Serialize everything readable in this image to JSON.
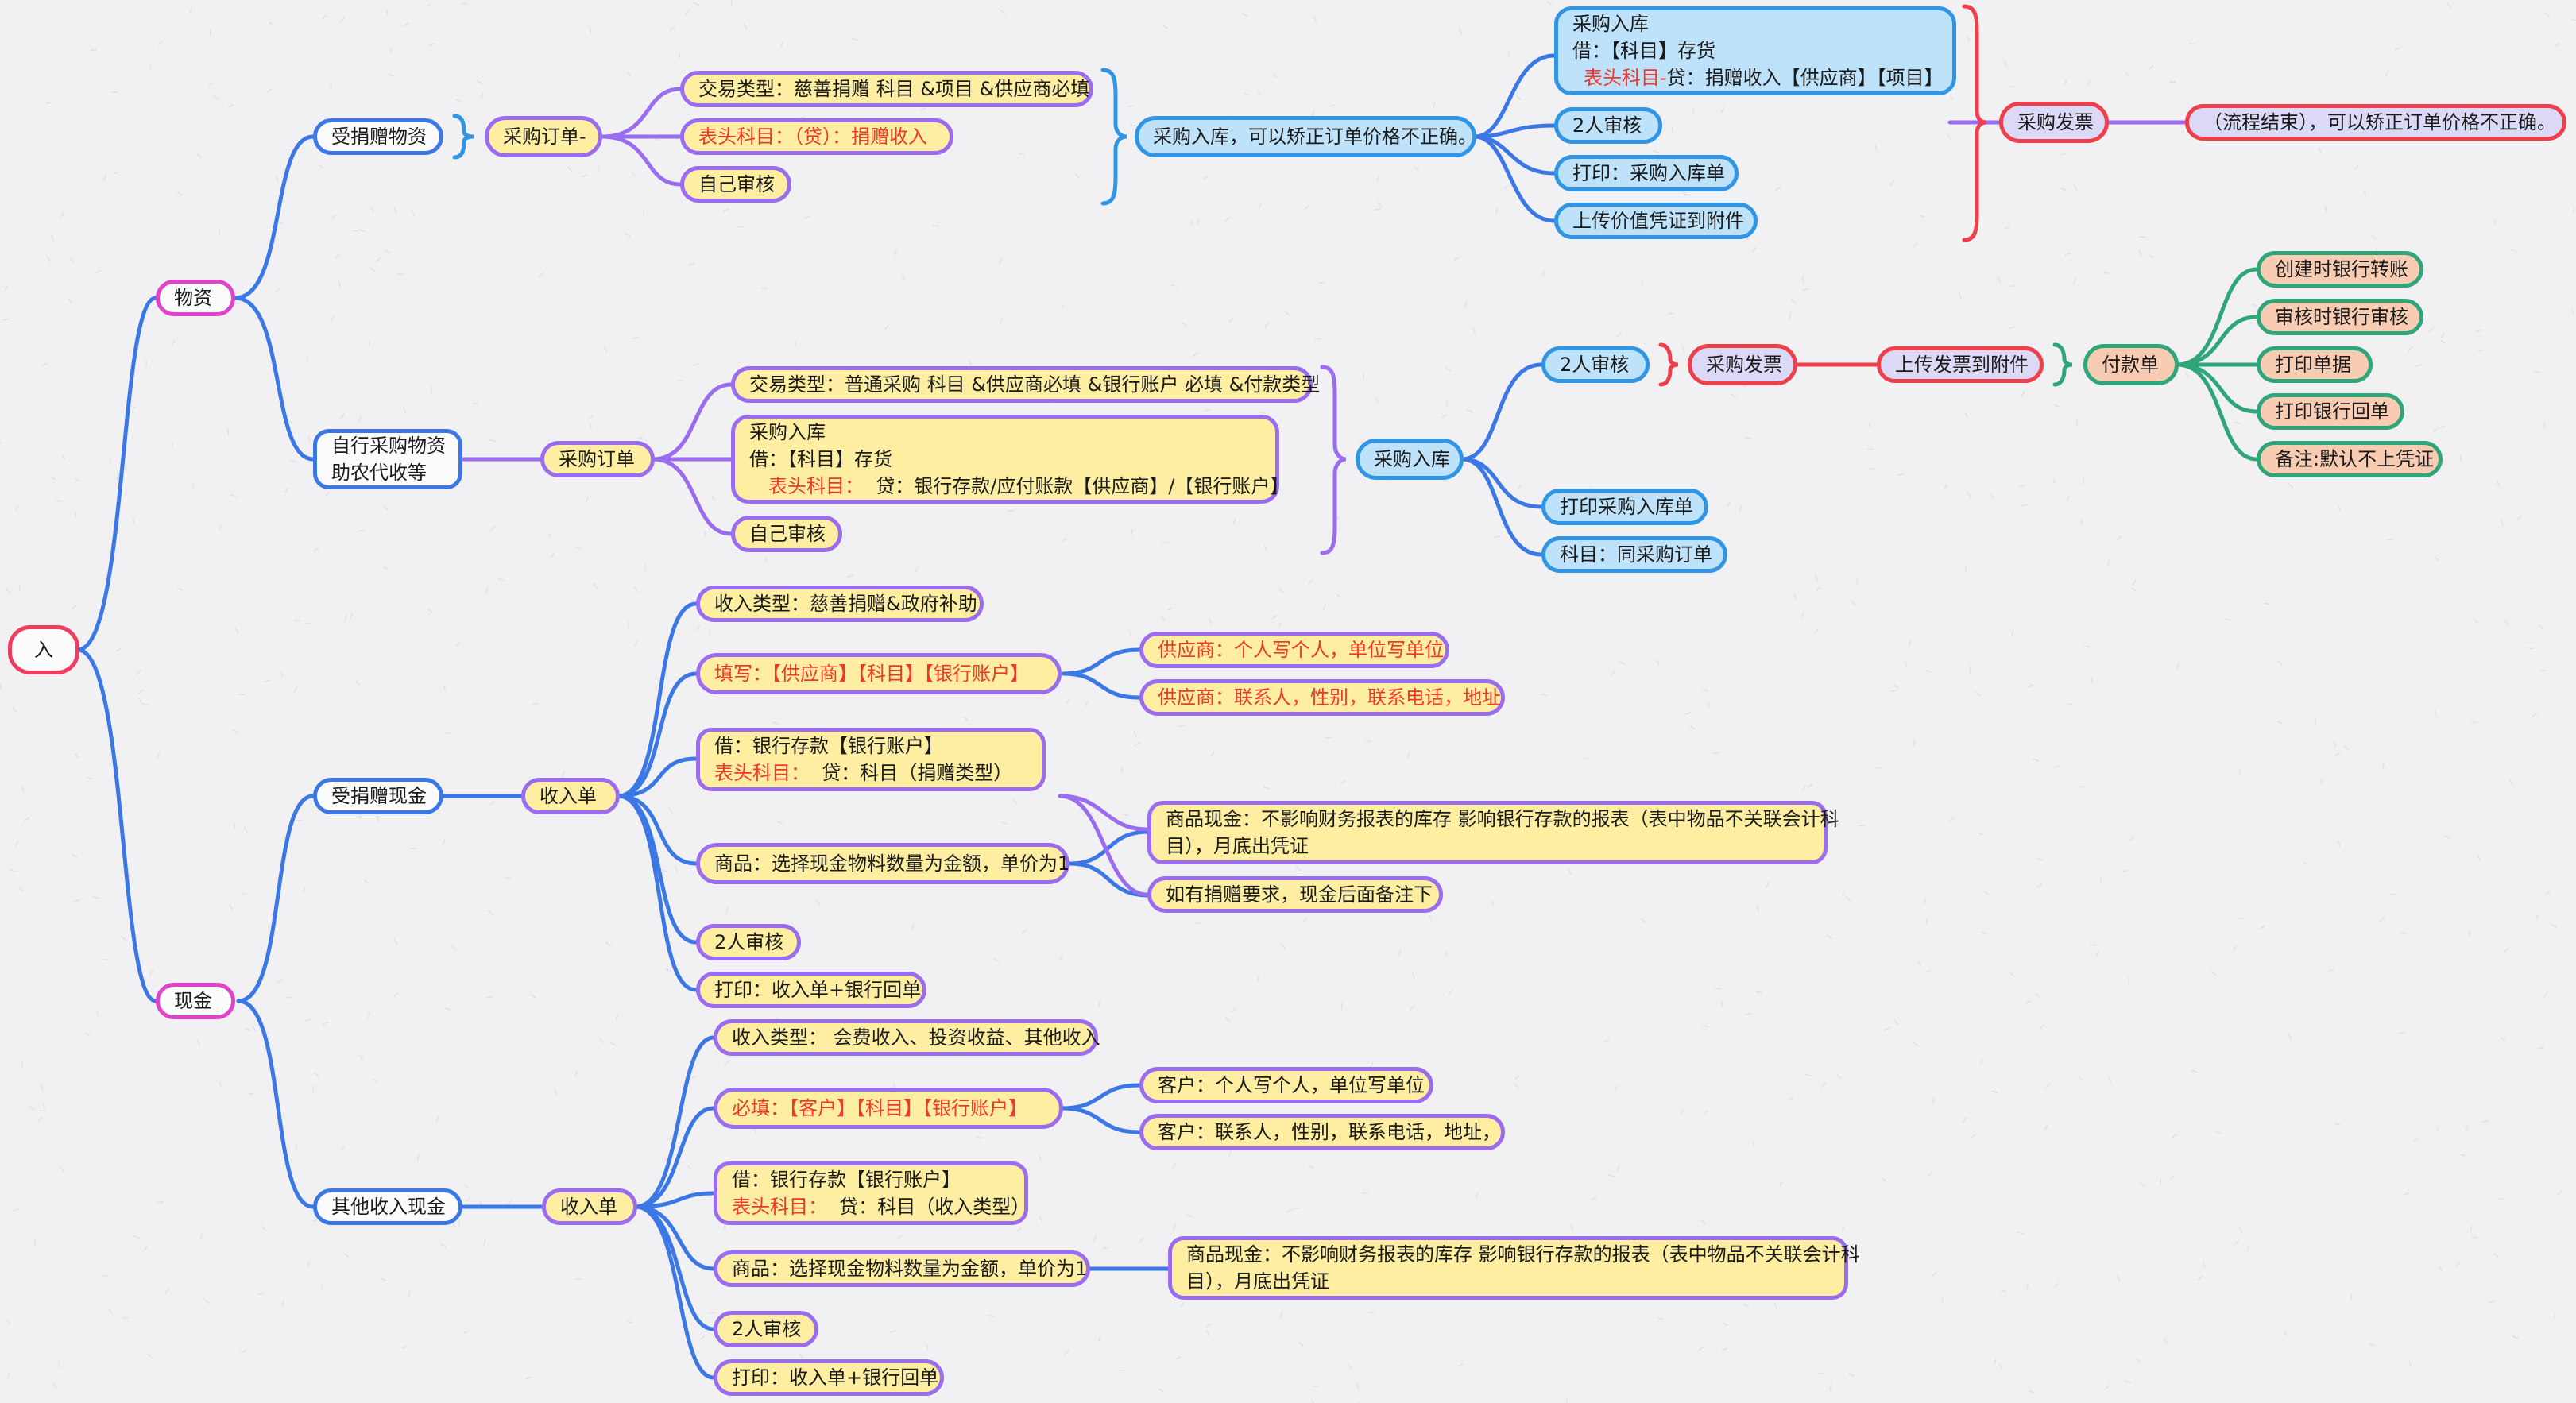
{
  "colors": {
    "blue_line": "#3b78e6",
    "purple_line": "#9a6cf0",
    "red_line": "#ef3f4a",
    "green_line": "#2ea67a",
    "pink_line": "#e043c9",
    "highlight_red": "#f0372b"
  },
  "root": "入",
  "branch_wuzi": "物资",
  "branch_xianjin": "现金",
  "n_shou_wuzi": "受捐赠物资",
  "n_caigou1": "采购订单-",
  "n_ot1": "交易类型：慈善捐赠  科目 &项目 &供应商必填",
  "n_ot2": "表头科目：（贷）：捐赠收入",
  "n_ot3": "自己审核",
  "n_ruku1": "采购入库，可以矫正订单价格不正确。",
  "n_rk_a1": "采购入库",
  "n_rk_a2": "借：【科目】存货",
  "n_rk_a3": "表头科目-",
  "n_rk_a4": "贷：捐赠收入【供应商】【项目】",
  "n_rk_b": "2人审核",
  "n_rk_c": "打印：采购入库单",
  "n_rk_d": "上传价值凭证到附件",
  "n_fapiao1": "采购发票",
  "n_end1": "（流程结束），可以矫正订单价格不正确。",
  "n_zixing_1": "自行采购物资",
  "n_zixing_2": "助农代收等",
  "n_caigou2": "采购订单",
  "n_zx_a": "交易类型：普通采购  科目 &供应商必填 &银行账户 必填 &付款类型",
  "n_zx_b1": "采购入库",
  "n_zx_b2": "借：【科目】存货",
  "n_zx_b3": "表头科目：",
  "n_zx_b4": "贷：银行存款/应付账款【供应商】/【银行账户】",
  "n_zx_c": "自己审核",
  "n_ruku2": "采购入库",
  "n_r2_a": "2人审核",
  "n_r2_b": "打印采购入库单",
  "n_r2_c": "科目：同采购订单",
  "n_fapiao2": "采购发票",
  "n_upload": "上传发票到附件",
  "n_fukuan": "付款单",
  "n_fk1": "创建时银行转账",
  "n_fk2": "审核时银行审核",
  "n_fk3": "打印单据",
  "n_fk4": "打印银行回单",
  "n_fk5": "备注:默认不上凭证",
  "n_shou_xj": "受捐赠现金",
  "n_shouru1": "收入单",
  "n_s1_a": "收入类型：慈善捐赠&政府补助",
  "n_s1_b": "填写：【供应商】【科目】【银行账户】",
  "n_s1_b1": "供应商：个人写个人，单位写单位",
  "n_s1_b2": "供应商：联系人，性别，联系电话，地址",
  "n_s1_c1": "借：银行存款【银行账户】",
  "n_s1_c2": "表头科目：",
  "n_s1_c3": "贷：科目（捐赠类型）",
  "n_s1_d": "商品：选择现金物料数量为金额，单价为1",
  "n_s1_d1a": "商品现金：不影响财务报表的库存  影响银行存款的报表（表中物品不关联会计科",
  "n_s1_d1b": "目），月底出凭证",
  "n_s1_d2": "如有捐赠要求，现金后面备注下",
  "n_s1_e": "2人审核",
  "n_s1_f": "打印：收入单+银行回单",
  "n_other": "其他收入现金",
  "n_shouru2": "收入单",
  "n_s2_a": "收入类型： 会费收入、投资收益、其他收入",
  "n_s2_b": "必填：【客户】【科目】【银行账户】",
  "n_s2_b1": "客户：个人写个人，单位写单位",
  "n_s2_b2": "客户：联系人，性别，联系电话，地址，",
  "n_s2_c1": "借：银行存款【银行账户】",
  "n_s2_c2": "表头科目：",
  "n_s2_c3": "贷：科目（收入类型）",
  "n_s2_d": "商品：选择现金物料数量为金额，单价为1",
  "n_s2_d1a": "商品现金：不影响财务报表的库存  影响银行存款的报表（表中物品不关联会计科",
  "n_s2_d1b": "目），月底出凭证",
  "n_s2_e": "2人审核",
  "n_s2_f": "打印：收入单+银行回单"
}
